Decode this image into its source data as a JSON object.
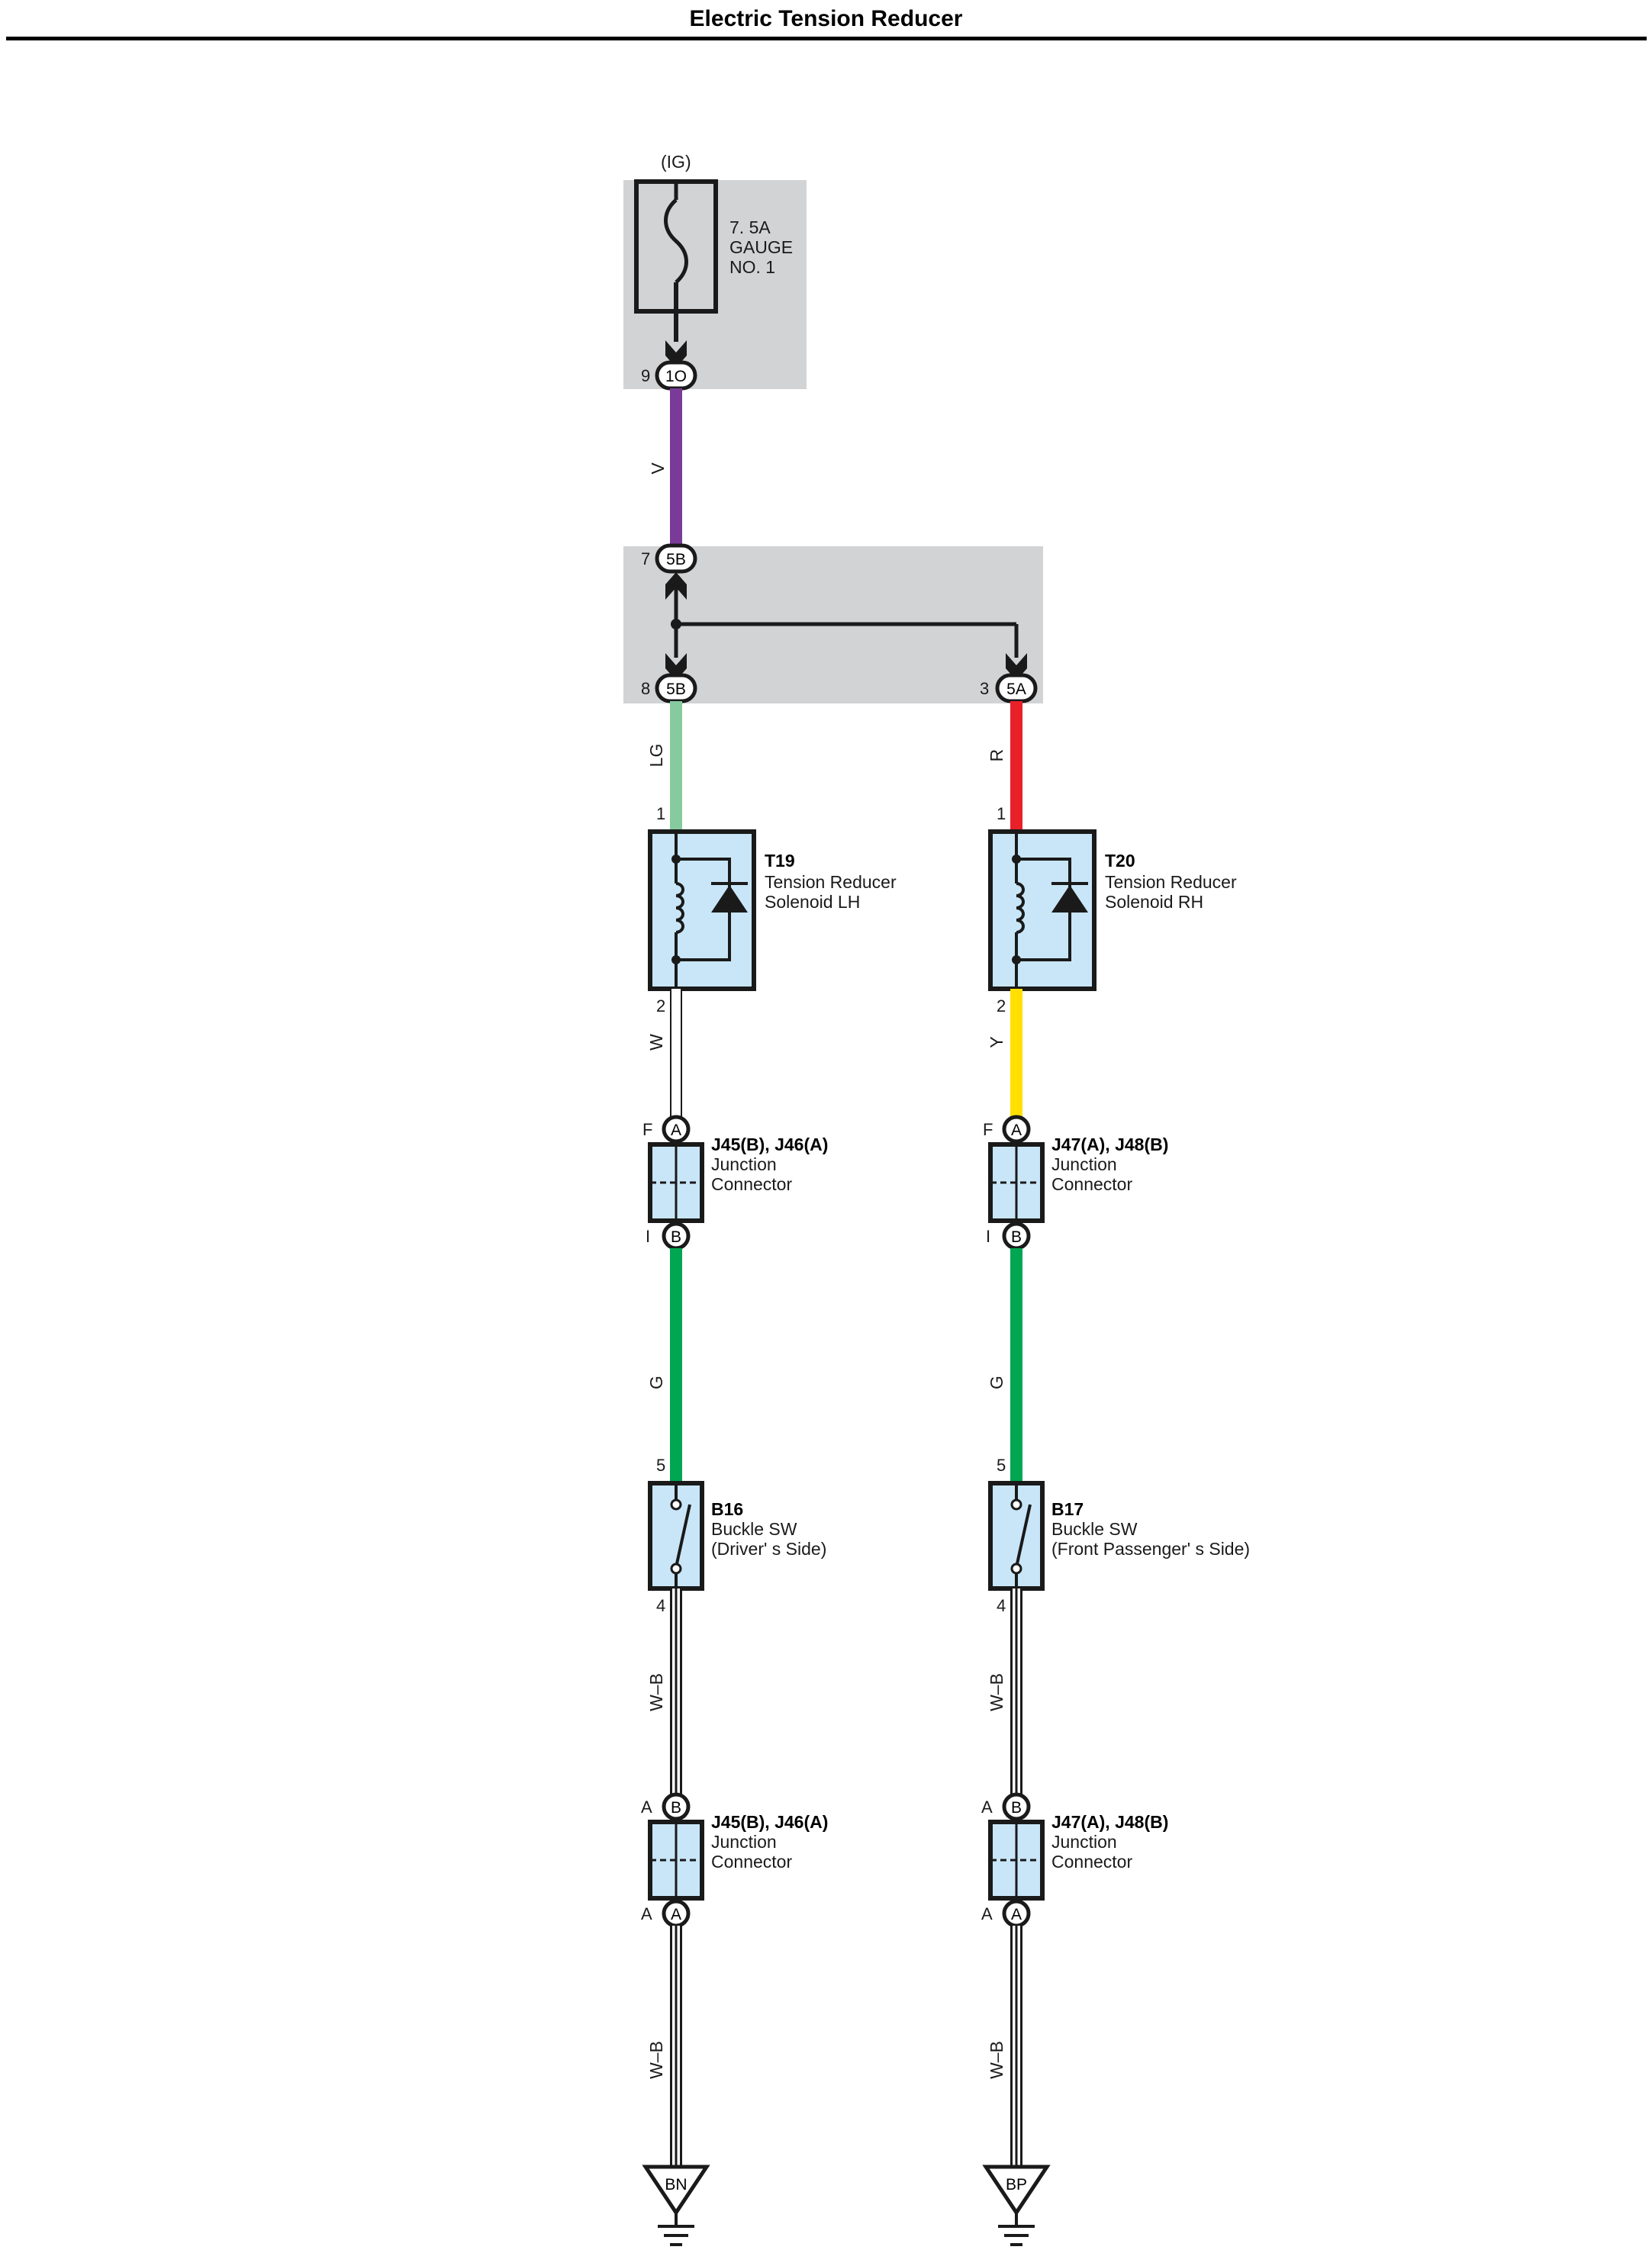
{
  "title": "Electric Tension Reducer",
  "colors": {
    "violet": "#7a3b98",
    "light_green": "#86cba0",
    "red": "#e8202a",
    "yellow": "#ffe000",
    "green": "#00a651",
    "box_gray": "#d1d3d4",
    "component_fill": "#c8e6f8"
  },
  "power": {
    "source": "(IG)",
    "fuse_rating": "7. 5A",
    "fuse_name_1": "GAUGE",
    "fuse_name_2": "NO. 1",
    "pin": "9",
    "connector": "1O"
  },
  "junction_block": {
    "in_pin": "7",
    "in_connector": "5B",
    "out_lh_pin": "8",
    "out_lh_connector": "5B",
    "out_rh_pin": "3",
    "out_rh_connector": "5A"
  },
  "wires": {
    "v": "V",
    "lg": "LG",
    "r": "R",
    "w": "W",
    "y": "Y",
    "g_lh": "G",
    "g_rh": "G",
    "wb_lh_1": "W–B",
    "wb_rh_1": "W–B",
    "wb_lh_2": "W–B",
    "wb_rh_2": "W–B"
  },
  "solenoid_lh": {
    "id": "T19",
    "line1": "Tension Reducer",
    "line2": "Solenoid LH",
    "pin_top": "1",
    "pin_bottom": "2"
  },
  "solenoid_rh": {
    "id": "T20",
    "line1": "Tension Reducer",
    "line2": "Solenoid RH",
    "pin_top": "1",
    "pin_bottom": "2"
  },
  "junction_lh_1": {
    "id": "J45(B), J46(A)",
    "line1": "Junction",
    "line2": "Connector",
    "pin_top": "F",
    "conn_top": "A",
    "pin_bottom": "I",
    "conn_bottom": "B"
  },
  "junction_rh_1": {
    "id": "J47(A), J48(B)",
    "line1": "Junction",
    "line2": "Connector",
    "pin_top": "F",
    "conn_top": "A",
    "pin_bottom": "I",
    "conn_bottom": "B"
  },
  "buckle_lh": {
    "id": "B16",
    "line1": "Buckle SW",
    "line2": "(Driver' s Side)",
    "pin_top": "5",
    "pin_bottom": "4"
  },
  "buckle_rh": {
    "id": "B17",
    "line1": "Buckle SW",
    "line2": "(Front Passenger' s Side)",
    "pin_top": "5",
    "pin_bottom": "4"
  },
  "junction_lh_2": {
    "id": "J45(B), J46(A)",
    "line1": "Junction",
    "line2": "Connector",
    "pin_top": "A",
    "conn_top": "B",
    "pin_bottom": "A",
    "conn_bottom": "A"
  },
  "junction_rh_2": {
    "id": "J47(A), J48(B)",
    "line1": "Junction",
    "line2": "Connector",
    "pin_top": "A",
    "conn_top": "B",
    "pin_bottom": "A",
    "conn_bottom": "A"
  },
  "grounds": {
    "lh": "BN",
    "rh": "BP"
  }
}
